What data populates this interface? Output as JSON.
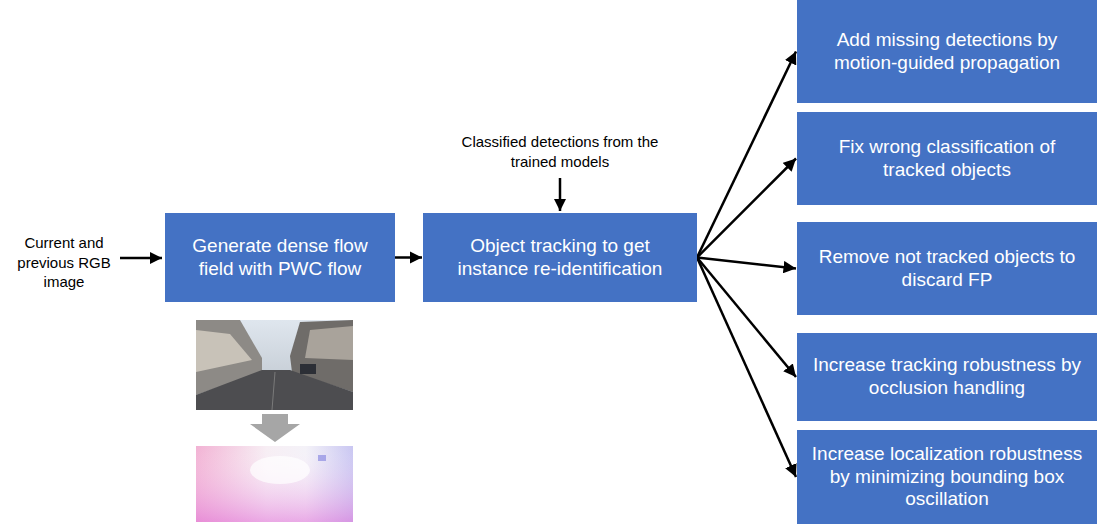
{
  "diagram": {
    "nodes": [
      {
        "text": [
          "Generate dense flow field with PWC flow"
        ]
      },
      {
        "text": [
          "Object tracking to get instance re-identification"
        ]
      },
      {
        "text": [
          "Add missing detections by motion-guided propagation"
        ]
      },
      {
        "text": [
          "Fix wrong classification of tracked objects"
        ]
      },
      {
        "text": [
          "Remove not tracked objects to discard FP"
        ]
      },
      {
        "text": [
          "Increase tracking robustness by occlusion handling"
        ]
      },
      {
        "text": [
          "Increase localization robustness by minimizing bounding box oscillation"
        ]
      }
    ],
    "edges": [
      {
        "from": 0,
        "to": 1,
        "arrow": "to"
      },
      {
        "from": 1,
        "to": 2,
        "arrow": "to"
      },
      {
        "from": 1,
        "to": 3,
        "arrow": "to"
      },
      {
        "from": 1,
        "to": 4,
        "arrow": "to"
      },
      {
        "from": 1,
        "to": 5,
        "arrow": "to"
      },
      {
        "from": 1,
        "to": 6,
        "arrow": "to"
      }
    ],
    "labels": [
      "Current and previous RGB image",
      "Classified detections from the trained models"
    ]
  }
}
